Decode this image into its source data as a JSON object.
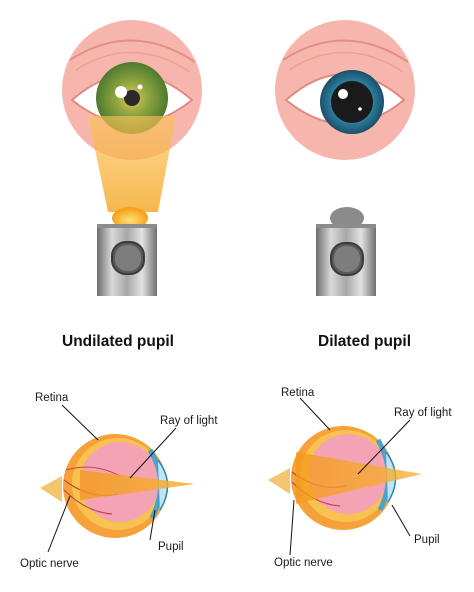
{
  "panels": {
    "left_title": "Undilated pupil",
    "right_title": "Dilated pupil"
  },
  "labels": {
    "left": {
      "retina": "Retina",
      "ray": "Ray of light",
      "pupil": "Pupil",
      "nerve": "Optic nerve"
    },
    "right": {
      "retina": "Retina",
      "ray": "Ray of light",
      "pupil": "Pupil",
      "nerve": "Optic nerve"
    }
  },
  "colors": {
    "skin": "#f6b6ad",
    "skin_ring": "#f39f96",
    "iris_green": "#7a9a3c",
    "iris_blue": "#2f86a6",
    "light_beam": "#f7b43a",
    "flashlight_metal": "#9a9a9a",
    "eyeball_orange": "#f6b24a",
    "eyeball_pink": "#f4a3b4"
  }
}
